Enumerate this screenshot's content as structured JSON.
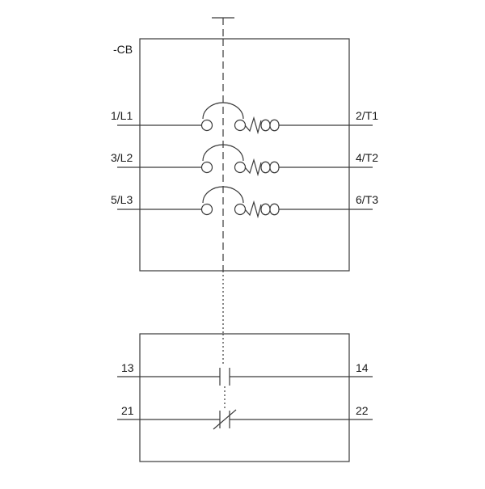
{
  "diagram": {
    "device_tag": "-CB",
    "main_terminals": [
      {
        "line": "1/L1",
        "load": "2/T1"
      },
      {
        "line": "3/L2",
        "load": "4/T2"
      },
      {
        "line": "5/L3",
        "load": "6/T3"
      }
    ],
    "auxiliary_contacts": [
      {
        "in": "13",
        "out": "14",
        "kind": "normally-open"
      },
      {
        "in": "21",
        "out": "22",
        "kind": "normally-closed"
      }
    ]
  }
}
